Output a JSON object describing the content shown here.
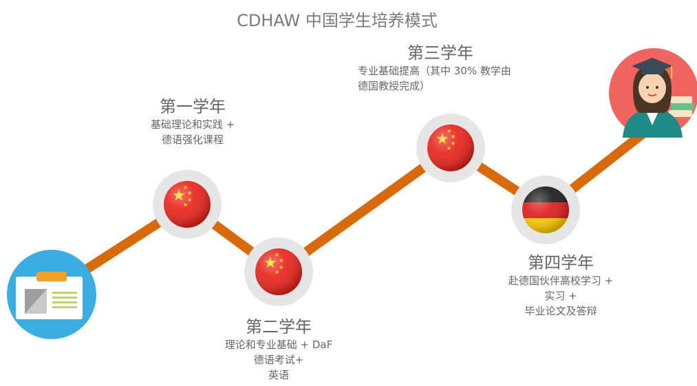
{
  "title": "CDHAW 中国学生培养模式",
  "years": [
    {
      "title": "第一学年",
      "desc": "基础理论和实践 +\n德语强化课程",
      "flag": "china"
    },
    {
      "title": "第二学年",
      "desc": "理论和专业基础 + DaF\n德语考试+\n英语",
      "flag": "china"
    },
    {
      "title": "第三学年",
      "desc": "专业基础提高（其中 30% 教学由\n德国教授完成）",
      "flag": "china"
    },
    {
      "title": "第四学年",
      "desc": "赴德国伙伴高校学习 +\n实习 +\n毕业论文及答辩",
      "flag": "germany"
    }
  ],
  "icons": {
    "start": "id-card-icon",
    "end": "graduate-icon",
    "china_flag": "china-flag-icon",
    "germany_flag": "germany-flag-icon"
  },
  "colors": {
    "path": "#d96a0b",
    "node_ring": "#e6e6e6",
    "china_red": "#e8241c",
    "china_star": "#ffde00",
    "start_bg": "#3aaee3",
    "end_bg": "#f06560",
    "title_text": "#7a7a7a"
  }
}
